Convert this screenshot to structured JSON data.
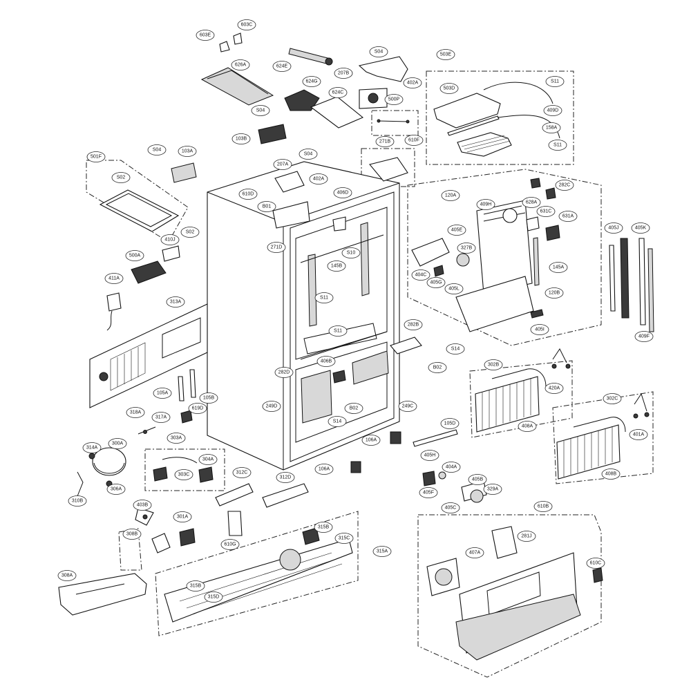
{
  "callouts": {
    "c603E": "603E",
    "c603C": "603C",
    "c626A": "626A",
    "c624E": "624E",
    "c624G": "624G",
    "c624C": "624C",
    "cS04a": "S04",
    "c207B": "207B",
    "c402Aa": "402A",
    "c500P": "500P",
    "c503E": "503E",
    "c503D": "503D",
    "cS11a": "S11",
    "c409D": "409D",
    "c158A": "158A",
    "cS11b": "S11",
    "cS04b": "S04",
    "c103B": "103B",
    "c610F": "610F",
    "c271B": "271B",
    "cS04c": "S04",
    "c103A": "103A",
    "cS04d": "S04",
    "c501F": "501F",
    "cS02a": "S02",
    "c207A": "207A",
    "c402Ab": "402A",
    "c610D": "610D",
    "c406D": "406D",
    "cB01": "B01",
    "c271D": "271D",
    "cS02b": "S02",
    "c410J": "410J",
    "c120A": "120A",
    "c282C": "282C",
    "c409H": "409H",
    "c628A": "628A",
    "c631C": "631C",
    "c631A": "631A",
    "c405J": "405J",
    "c405K": "405K",
    "c405E": "405E",
    "c327B": "327B",
    "c145A": "145A",
    "c404C": "404C",
    "c405G": "405G",
    "c405L": "405L",
    "c120B": "120B",
    "c405I": "405I",
    "c409F": "409F",
    "c500A": "500A",
    "c145B": "145B",
    "cS10": "S10",
    "c411A": "411A",
    "c313A": "313A",
    "cS11c": "S11",
    "cS11d": "S11",
    "c282B": "282B",
    "cS14a": "S14",
    "cB02a": "B02",
    "c406B": "406B",
    "c302B": "302B",
    "c420A": "420A",
    "c408A": "408A",
    "c282D": "282D",
    "c105A": "105A",
    "c105B": "105B",
    "c249D": "249D",
    "c249C": "249C",
    "cB02b": "B02",
    "c619D": "619D",
    "cS14b": "S14",
    "c318A": "318A",
    "c317A": "317A",
    "c105D": "105D",
    "c302C": "302C",
    "c401A": "401A",
    "c408B": "408B",
    "c303A": "303A",
    "c106Aa": "106A",
    "c314A": "314A",
    "c300A": "300A",
    "c304A": "304A",
    "c303C": "303C",
    "c405H": "405H",
    "c404A": "404A",
    "c106Ab": "106A",
    "c312C": "312C",
    "c312D": "312D",
    "c306A": "306A",
    "c310B": "310B",
    "c405F": "405F",
    "c405B": "405B",
    "c329A": "329A",
    "c405C": "405C",
    "c403B": "403B",
    "c301A": "301A",
    "c610B": "610B",
    "c315B": "315B",
    "c315C": "315C",
    "c308B": "308B",
    "c610G": "610G",
    "c315A": "315A",
    "c281J": "281J",
    "c407A": "407A",
    "c610C": "610C",
    "c308A": "308A",
    "c315Ba": "315B",
    "c315D": "315D"
  },
  "colors": {
    "line": "#111111",
    "background": "#ffffff",
    "fill_gray": "#d8d8d8"
  }
}
